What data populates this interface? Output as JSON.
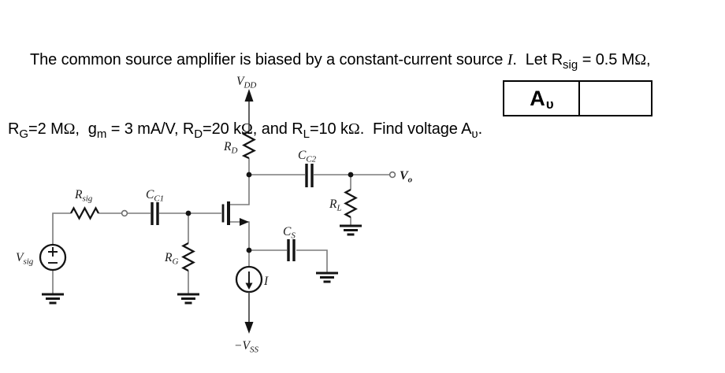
{
  "problem": {
    "line1": [
      {
        "text": "The common source amplifier is biased by a constant-current source "
      },
      {
        "text": "I",
        "style": "var"
      },
      {
        "text": ".  Let R"
      },
      {
        "text": "sig",
        "style": "sub"
      },
      {
        "text": " = 0.5 M"
      },
      {
        "text": "Ω",
        "style": "omega"
      },
      {
        "text": ","
      }
    ],
    "line2": [
      {
        "text": "R"
      },
      {
        "text": "G",
        "style": "sub"
      },
      {
        "text": "=2 M"
      },
      {
        "text": "Ω",
        "style": "omega"
      },
      {
        "text": ",  g"
      },
      {
        "text": "m",
        "style": "sub"
      },
      {
        "text": " = 3 mA/V, R"
      },
      {
        "text": "D",
        "style": "sub"
      },
      {
        "text": "=20 k"
      },
      {
        "text": "Ω",
        "style": "omega"
      },
      {
        "text": ", and R"
      },
      {
        "text": "L",
        "style": "sub"
      },
      {
        "text": "=10 k"
      },
      {
        "text": "Ω",
        "style": "omega"
      },
      {
        "text": ".  Find voltage A"
      },
      {
        "text": "υ",
        "style": "sub"
      },
      {
        "text": "."
      }
    ]
  },
  "answer_table": {
    "label_main": "A",
    "label_sub": "υ",
    "value": ""
  },
  "circuit": {
    "labels": {
      "vdd": {
        "main": "V",
        "sub": "DD"
      },
      "rd": {
        "main": "R",
        "sub": "D"
      },
      "cc2": {
        "main": "C",
        "sub": "C2"
      },
      "vo": {
        "main": "V",
        "sub": "o"
      },
      "rl": {
        "main": "R",
        "sub": "L"
      },
      "rsig": {
        "main": "R",
        "sub": "sig"
      },
      "cc1": {
        "main": "C",
        "sub": "C1"
      },
      "rg": {
        "main": "R",
        "sub": "G"
      },
      "cs": {
        "main": "C",
        "sub": "S"
      },
      "vsig": {
        "main": "V",
        "sub": "sig"
      },
      "isrc": {
        "main": "I",
        "sub": ""
      },
      "vss": {
        "main": "−V",
        "sub": "SS"
      }
    },
    "colors": {
      "wire": "#7b7b7b",
      "component": "#141414",
      "output_label": "#29abe2"
    }
  }
}
